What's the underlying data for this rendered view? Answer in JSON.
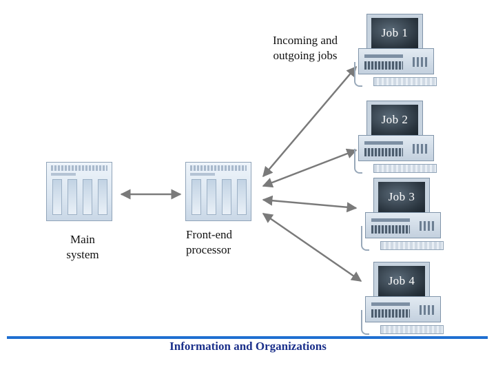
{
  "diagram": {
    "labels": {
      "main_system": [
        "Main",
        "system"
      ],
      "front_end": [
        "Front-end",
        "processor"
      ],
      "incoming": [
        "Incoming and",
        "outgoing jobs"
      ]
    },
    "jobs": [
      "Job 1",
      "Job 2",
      "Job 3",
      "Job 4"
    ],
    "arrow_color": "#7a7a7a"
  },
  "footer": {
    "title": "Information and Organizations",
    "rule_color": "#1f6fd1",
    "title_color": "#1a2f8a"
  }
}
